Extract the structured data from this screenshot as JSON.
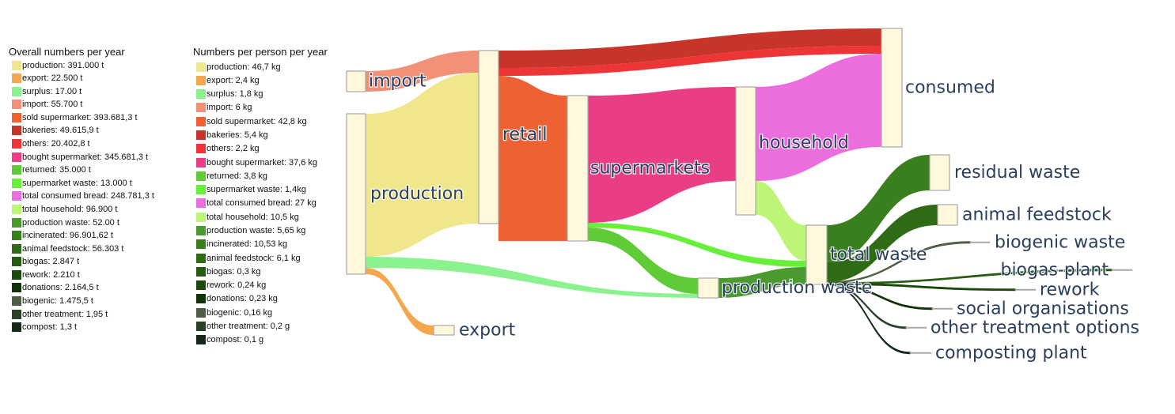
{
  "legends": {
    "overall": {
      "title": "Overall numbers per year",
      "items": [
        {
          "label": "production: 391.000 t",
          "color": "#f0e68c"
        },
        {
          "label": "export: 22.500 t",
          "color": "#f4a74d"
        },
        {
          "label": "surplus: 17.00 t",
          "color": "#8af28f"
        },
        {
          "label": "import: 55.700 t",
          "color": "#f29078"
        },
        {
          "label": "sold supermarket: 393.681,3 t",
          "color": "#ee6133"
        },
        {
          "label": "bakeries: 49.615,9 t",
          "color": "#c9342a"
        },
        {
          "label": "others: 20.402,8 t",
          "color": "#ee3535"
        },
        {
          "label": "bought supermarket: 345.681,3 t",
          "color": "#e93e86"
        },
        {
          "label": "returned: 35.000 t",
          "color": "#5fcb37"
        },
        {
          "label": "supermarket waste: 13.000 t",
          "color": "#66f03a"
        },
        {
          "label": "total consumed bread: 248.781,3 t",
          "color": "#ec6ddd"
        },
        {
          "label": "total household: 96.900 t",
          "color": "#bdf577"
        },
        {
          "label": "production waste: 52.00 t",
          "color": "#4a9a30"
        },
        {
          "label": "incinerated: 96.901,62 t",
          "color": "#3a7f1e"
        },
        {
          "label": "animal feedstock: 56.303 t",
          "color": "#2f6a17"
        },
        {
          "label": "biogas: 2.847 t",
          "color": "#265c12"
        },
        {
          "label": "rework: 2.210 t",
          "color": "#1c4a0e"
        },
        {
          "label": "donations: 2.164,5 t",
          "color": "#12330a"
        },
        {
          "label": "biogenic: 1.475,5 t",
          "color": "#4d5e45"
        },
        {
          "label": "other treatment: 1,95 t",
          "color": "#2a4028"
        },
        {
          "label": "compost: 1,3 t",
          "color": "#14291a"
        }
      ]
    },
    "per_person": {
      "title": "Numbers per person per year",
      "items": [
        {
          "label": "production: 46,7 kg",
          "color": "#f0e68c"
        },
        {
          "label": "export: 2,4 kg",
          "color": "#f4a74d"
        },
        {
          "label": "surplus: 1,8 kg",
          "color": "#8af28f"
        },
        {
          "label": "import: 6 kg",
          "color": "#f29078"
        },
        {
          "label": "sold supermarket: 42,8 kg",
          "color": "#ee6133"
        },
        {
          "label": "bakeries: 5,4 kg",
          "color": "#c9342a"
        },
        {
          "label": "others: 2,2 kg",
          "color": "#ee3535"
        },
        {
          "label": "bought supermarket: 37,6 kg",
          "color": "#e93e86"
        },
        {
          "label": "returned: 3,8 kg",
          "color": "#5fcb37"
        },
        {
          "label": "supermarket waste: 1,4kg",
          "color": "#66f03a"
        },
        {
          "label": "total consumed bread: 27 kg",
          "color": "#ec6ddd"
        },
        {
          "label": "total household: 10,5 kg",
          "color": "#bdf577"
        },
        {
          "label": "production waste: 5,65 kg",
          "color": "#4a9a30"
        },
        {
          "label": "incinerated: 10,53 kg",
          "color": "#3a7f1e"
        },
        {
          "label": "animal feedstock: 6,1 kg",
          "color": "#2f6a17"
        },
        {
          "label": "biogas: 0,3 kg",
          "color": "#265c12"
        },
        {
          "label": "rework: 0,24 kg",
          "color": "#1c4a0e"
        },
        {
          "label": "donations: 0,23 kg",
          "color": "#12330a"
        },
        {
          "label": "biogenic: 0,16 kg",
          "color": "#4d5e45"
        },
        {
          "label": "other treatment: 0,2 g",
          "color": "#2a4028"
        },
        {
          "label": "compost: 0,1 g",
          "color": "#14291a"
        }
      ]
    }
  },
  "sankey": {
    "node_fill": "#fff8dc",
    "node_stroke": "#a8a8a8",
    "label_color": "#2a3f5f",
    "nodes": [
      {
        "id": "import",
        "label": "import"
      },
      {
        "id": "production",
        "label": "production"
      },
      {
        "id": "export",
        "label": "export"
      },
      {
        "id": "retail",
        "label": "retail"
      },
      {
        "id": "supermarkets",
        "label": "supermarkets"
      },
      {
        "id": "household",
        "label": "household"
      },
      {
        "id": "consumed",
        "label": "consumed"
      },
      {
        "id": "production_waste",
        "label": "production waste"
      },
      {
        "id": "total_waste",
        "label": "total waste"
      },
      {
        "id": "residual_waste",
        "label": "residual waste"
      },
      {
        "id": "animal_feedstock",
        "label": "animal feedstock"
      },
      {
        "id": "biogenic_waste",
        "label": "biogenic waste"
      },
      {
        "id": "biogas_plant",
        "label": "biogas-plant"
      },
      {
        "id": "rework",
        "label": "rework"
      },
      {
        "id": "social_organisations",
        "label": "social organisations"
      },
      {
        "id": "other_treatment",
        "label": "other treatment options"
      },
      {
        "id": "composting_plant",
        "label": "composting plant"
      }
    ],
    "links": [
      {
        "source": "import",
        "target": "retail",
        "value": 55700,
        "name": "import",
        "color": "#f29078"
      },
      {
        "source": "production",
        "target": "retail",
        "value": 391000,
        "name": "production",
        "color": "#f0e68c"
      },
      {
        "source": "production",
        "target": "production_waste",
        "value": 17000,
        "name": "surplus",
        "color": "#8af28f"
      },
      {
        "source": "production",
        "target": "export",
        "value": 22500,
        "name": "export",
        "color": "#f4a74d"
      },
      {
        "source": "retail",
        "target": "consumed",
        "value": 49615.9,
        "name": "bakeries",
        "color": "#c9342a"
      },
      {
        "source": "retail",
        "target": "consumed",
        "value": 20402.8,
        "name": "others",
        "color": "#ee3535"
      },
      {
        "source": "retail",
        "target": "supermarkets",
        "value": 393681.3,
        "name": "sold supermarket",
        "color": "#ee6133"
      },
      {
        "source": "supermarkets",
        "target": "household",
        "value": 345681.3,
        "name": "bought supermarket",
        "color": "#e93e86"
      },
      {
        "source": "supermarkets",
        "target": "total_waste",
        "value": 13000,
        "name": "supermarket waste",
        "color": "#66f03a"
      },
      {
        "source": "supermarkets",
        "target": "production_waste",
        "value": 35000,
        "name": "returned",
        "color": "#5fcb37"
      },
      {
        "source": "household",
        "target": "consumed",
        "value": 248781.3,
        "name": "total consumed bread",
        "color": "#ec6ddd"
      },
      {
        "source": "household",
        "target": "total_waste",
        "value": 96900,
        "name": "total household",
        "color": "#bdf577"
      },
      {
        "source": "production_waste",
        "target": "total_waste",
        "value": 52000,
        "name": "production waste",
        "color": "#4a9a30"
      },
      {
        "source": "total_waste",
        "target": "residual_waste",
        "value": 96901.62,
        "name": "incinerated",
        "color": "#3a7f1e"
      },
      {
        "source": "total_waste",
        "target": "animal_feedstock",
        "value": 56303,
        "name": "animal feedstock",
        "color": "#2f6a17"
      },
      {
        "source": "total_waste",
        "target": "biogenic_waste",
        "value": 1475.5,
        "name": "biogenic",
        "color": "#4d5e45"
      },
      {
        "source": "total_waste",
        "target": "biogas_plant",
        "value": 2847,
        "name": "biogas",
        "color": "#265c12"
      },
      {
        "source": "total_waste",
        "target": "rework",
        "value": 2210,
        "name": "rework",
        "color": "#1c4a0e"
      },
      {
        "source": "total_waste",
        "target": "social_organisations",
        "value": 2164.5,
        "name": "donations",
        "color": "#12330a"
      },
      {
        "source": "total_waste",
        "target": "other_treatment",
        "value": 1.95,
        "name": "other treatment",
        "color": "#2a4028"
      },
      {
        "source": "total_waste",
        "target": "composting_plant",
        "value": 1.3,
        "name": "compost",
        "color": "#14291a"
      }
    ]
  }
}
